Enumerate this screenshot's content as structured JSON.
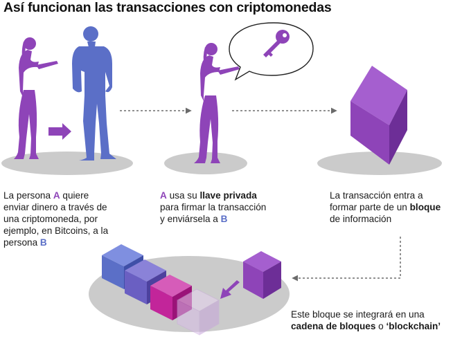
{
  "title": "Así funcionan las transacciones con criptomonedas",
  "colors": {
    "purple": "#8e44b8",
    "blue": "#5b6fc7",
    "magenta": "#c2259a",
    "shadow": "#cbcbcb",
    "arrow": "#6b6b6b"
  },
  "icons": [
    "person-a-icon",
    "person-b-icon",
    "key-icon",
    "speech-bubble-icon",
    "block-cube-icon",
    "arrow-icon"
  ],
  "step1": {
    "t1": "La persona ",
    "a": "A",
    "t2": " quiere",
    "line2": "enviar dinero a través de",
    "line3": "una criptomoneda, por",
    "line4": "ejemplo, en Bitcoins, a la",
    "line5": "persona ",
    "b": "B"
  },
  "step2": {
    "a": "A",
    "t1": " usa su ",
    "bold": "llave privada",
    "line2": "para firmar la transacción",
    "line3": "y enviársela a ",
    "b": "B"
  },
  "step3": {
    "line1": "La transacción entra a",
    "line2_pre": "formar parte de un ",
    "line2_bold": "bloque",
    "line3": "de información"
  },
  "step4": {
    "line1": "Este bloque se integrará en una",
    "bold1": "cadena de bloques",
    "mid": " o ",
    "bold2": "‘blockchain’"
  }
}
